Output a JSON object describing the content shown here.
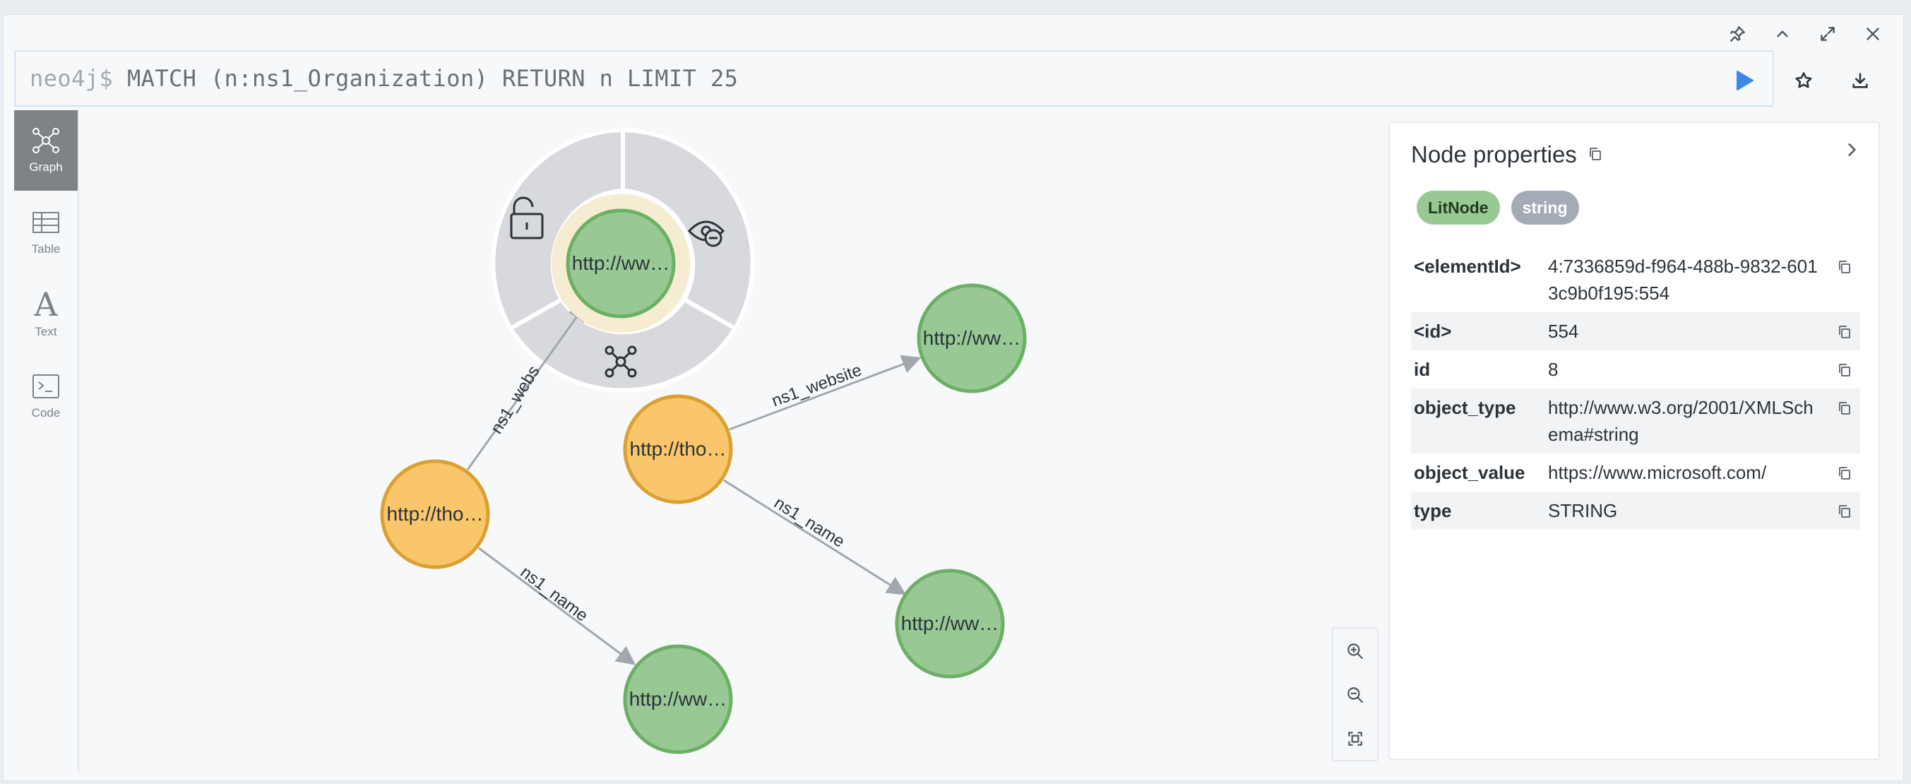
{
  "window": {
    "controls": [
      "pin-icon",
      "collapse-up-icon",
      "fullscreen-icon",
      "close-icon"
    ]
  },
  "editor": {
    "prompt": "neo4j$",
    "query": "MATCH (n:ns1_Organization) RETURN n LIMIT 25"
  },
  "views": [
    {
      "label": "Graph",
      "icon": "graph-icon",
      "active": true
    },
    {
      "label": "Table",
      "icon": "table-icon",
      "active": false
    },
    {
      "label": "Text",
      "icon": "text-icon",
      "active": false
    },
    {
      "label": "Code",
      "icon": "code-icon",
      "active": false
    }
  ],
  "graph": {
    "colors": {
      "org": "#f9c66b",
      "org_border": "#dba032",
      "lit": "#98c995",
      "lit_border": "#6bb064",
      "edge": "#a2a6ad",
      "ring": "#d8d9dd",
      "halo": "#f6ecd2"
    },
    "nodes": [
      {
        "id": "n1",
        "label": "http://ww…",
        "kind": "lit",
        "selected": true
      },
      {
        "id": "n2",
        "label": "http://ww…",
        "kind": "lit"
      },
      {
        "id": "n3",
        "label": "http://tho…",
        "kind": "org"
      },
      {
        "id": "n4",
        "label": "http://tho…",
        "kind": "org"
      },
      {
        "id": "n5",
        "label": "http://ww…",
        "kind": "lit"
      },
      {
        "id": "n6",
        "label": "http://ww…",
        "kind": "lit"
      }
    ],
    "edges": [
      {
        "from": "n4",
        "to": "n1",
        "label": "ns1_webs"
      },
      {
        "from": "n3",
        "to": "n2",
        "label": "ns1_website"
      },
      {
        "from": "n3",
        "to": "n5",
        "label": "ns1_name"
      },
      {
        "from": "n4",
        "to": "n6",
        "label": "ns1_name"
      }
    ],
    "radial_menu": [
      "unlock-icon",
      "hide-icon",
      "expand-icon"
    ]
  },
  "zoom": [
    "zoom-in-icon",
    "zoom-out-icon",
    "fit-icon"
  ],
  "properties": {
    "title": "Node properties",
    "labels": [
      {
        "text": "LitNode",
        "color": "#98c995"
      },
      {
        "text": "string",
        "color": "#a5abb6"
      }
    ],
    "rows": [
      {
        "key": "<elementId>",
        "value": "4:7336859d-f964-488b-9832-6013c9b0f195:554"
      },
      {
        "key": "<id>",
        "value": "554"
      },
      {
        "key": "id",
        "value": "8"
      },
      {
        "key": "object_type",
        "value": "http://www.w3.org/2001/XMLSchema#string"
      },
      {
        "key": "object_value",
        "value": "https://www.microsoft.com/"
      },
      {
        "key": "type",
        "value": "STRING"
      }
    ]
  }
}
